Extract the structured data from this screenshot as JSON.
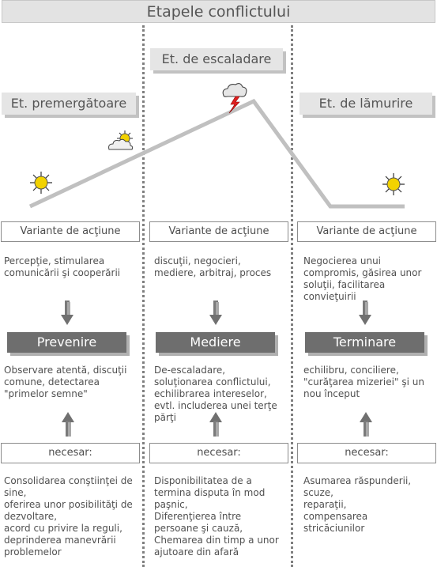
{
  "title": "Etapele conflictului",
  "stages": {
    "pre": "Et. premergătoare",
    "escalation": "Et. de escaladare",
    "resolution": "Et. de lămurire"
  },
  "columns": [
    {
      "options_label": "Variante de acţiune",
      "options_text": "Percepţie, stimularea\ncomunicării şi cooperării",
      "phase": "Prevenire",
      "result_text": "Observare atentă, discuţii\ncomune, detectarea\n\"primelor semne\"",
      "required_label": "necesar:",
      "required_text": "Consolidarea conştiinţei de\nsine,\noferirea unor posibilităţi de\ndezvoltare,\nacord cu privire la reguli,\ndeprinderea manevrării\nproblemelor"
    },
    {
      "options_label": "Variante de acţiune",
      "options_text": "discuţii, negocieri,\nmediere, arbitraj, proces",
      "phase": "Mediere",
      "result_text": "De-escaladare,\nsoluţionarea conflictului,\nechilibrarea intereselor,\nevtl. includerea unei terţe\npărţi",
      "required_label": "necesar:",
      "required_text": "Disponibilitatea de a\ntermina disputa în mod\npaşnic,\nDiferenţierea între\npersoane şi cauză,\nChemarea din timp a unor\najutoare din afară"
    },
    {
      "options_label": "Variante de acţiune",
      "options_text": "Negocierea unui\ncompromis, găsirea unor\nsoluţii, facilitarea\nconvieţuirii",
      "phase": "Terminare",
      "result_text": "echilibru, conciliere,\n\"curăţarea mizeriei\" şi un\nnou început",
      "required_label": "necesar:",
      "required_text": "Asumarea răspunderii,\nscuze,\nreparaţii,\ncompensarea\nstricăciunilor"
    }
  ],
  "icons": [
    "sun-icon",
    "sun-cloud-icon",
    "storm-cloud-icon",
    "down-arrow-icon",
    "up-arrow-icon"
  ],
  "colors": {
    "line": "#c0c0c0",
    "phase_box": "#6e6e6e",
    "stage_box": "#e5e5e5",
    "lightning": "#e02020",
    "sun": "#f2d200"
  }
}
